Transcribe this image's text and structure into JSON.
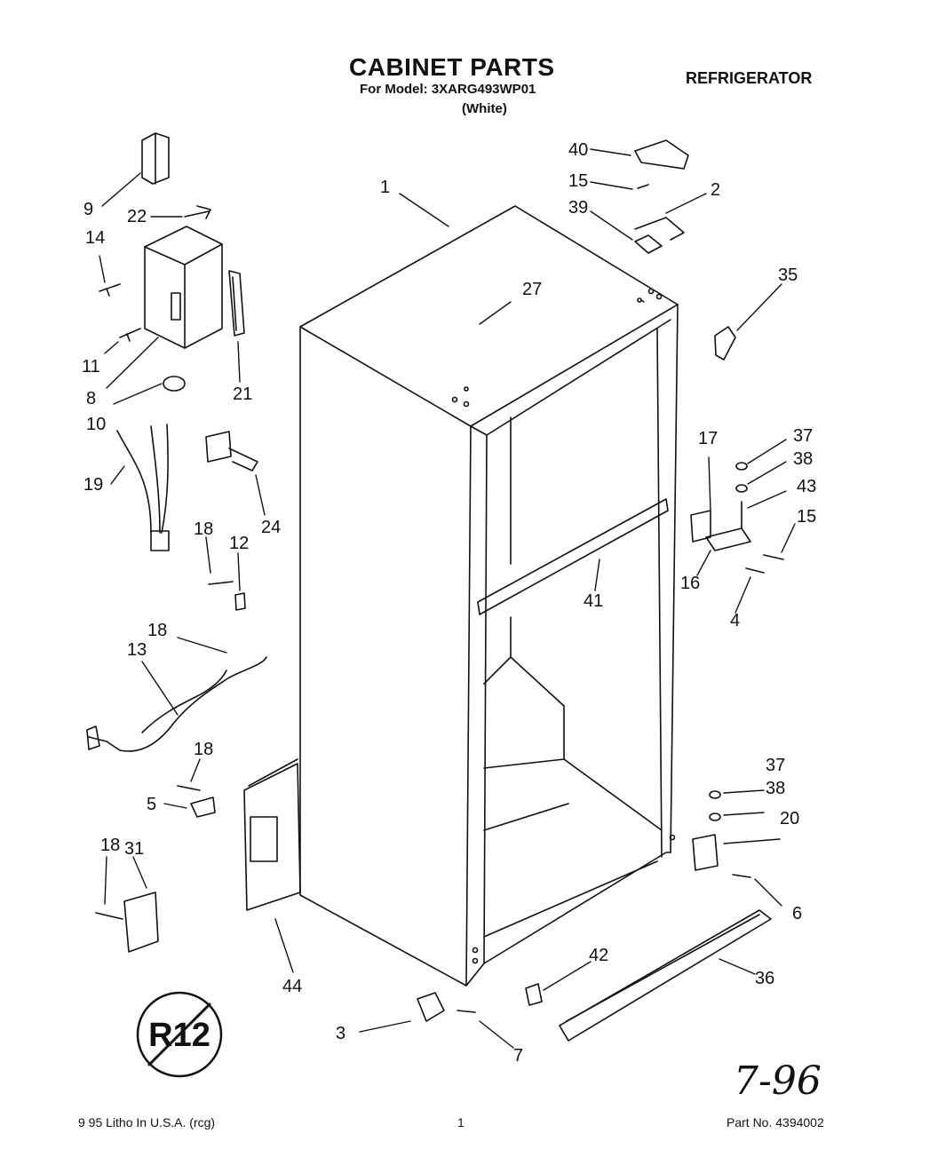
{
  "header": {
    "title": "CABINET PARTS",
    "model_line": "For Model: 3XARG493WP01",
    "color_line": "(White)",
    "appliance": "REFRIGERATOR"
  },
  "footer": {
    "litho": "9 95 Litho In U.S.A. (rcg)",
    "page_number": "1",
    "part_number": "Part No. 4394002",
    "handwritten_date": "7-96"
  },
  "callouts": {
    "c1": "1",
    "c2": "2",
    "c3": "3",
    "c4": "4",
    "c5": "5",
    "c6": "6",
    "c7": "7",
    "c8": "8",
    "c9": "9",
    "c10": "10",
    "c11": "11",
    "c12": "12",
    "c13": "13",
    "c14": "14",
    "c15a": "15",
    "c15b": "15",
    "c16": "16",
    "c17": "17",
    "c18a": "18",
    "c18b": "18",
    "c18c": "18",
    "c18d": "18",
    "c19": "19",
    "c20": "20",
    "c21": "21",
    "c22": "22",
    "c24": "24",
    "c27": "27",
    "c31": "31",
    "c35": "35",
    "c36": "36",
    "c37a": "37",
    "c37b": "37",
    "c38a": "38",
    "c38b": "38",
    "c39": "39",
    "c40": "40",
    "c41": "41",
    "c42": "42",
    "c43": "43",
    "c44": "44"
  },
  "badge": {
    "text": "R12",
    "icon": "no-r12-symbol"
  }
}
